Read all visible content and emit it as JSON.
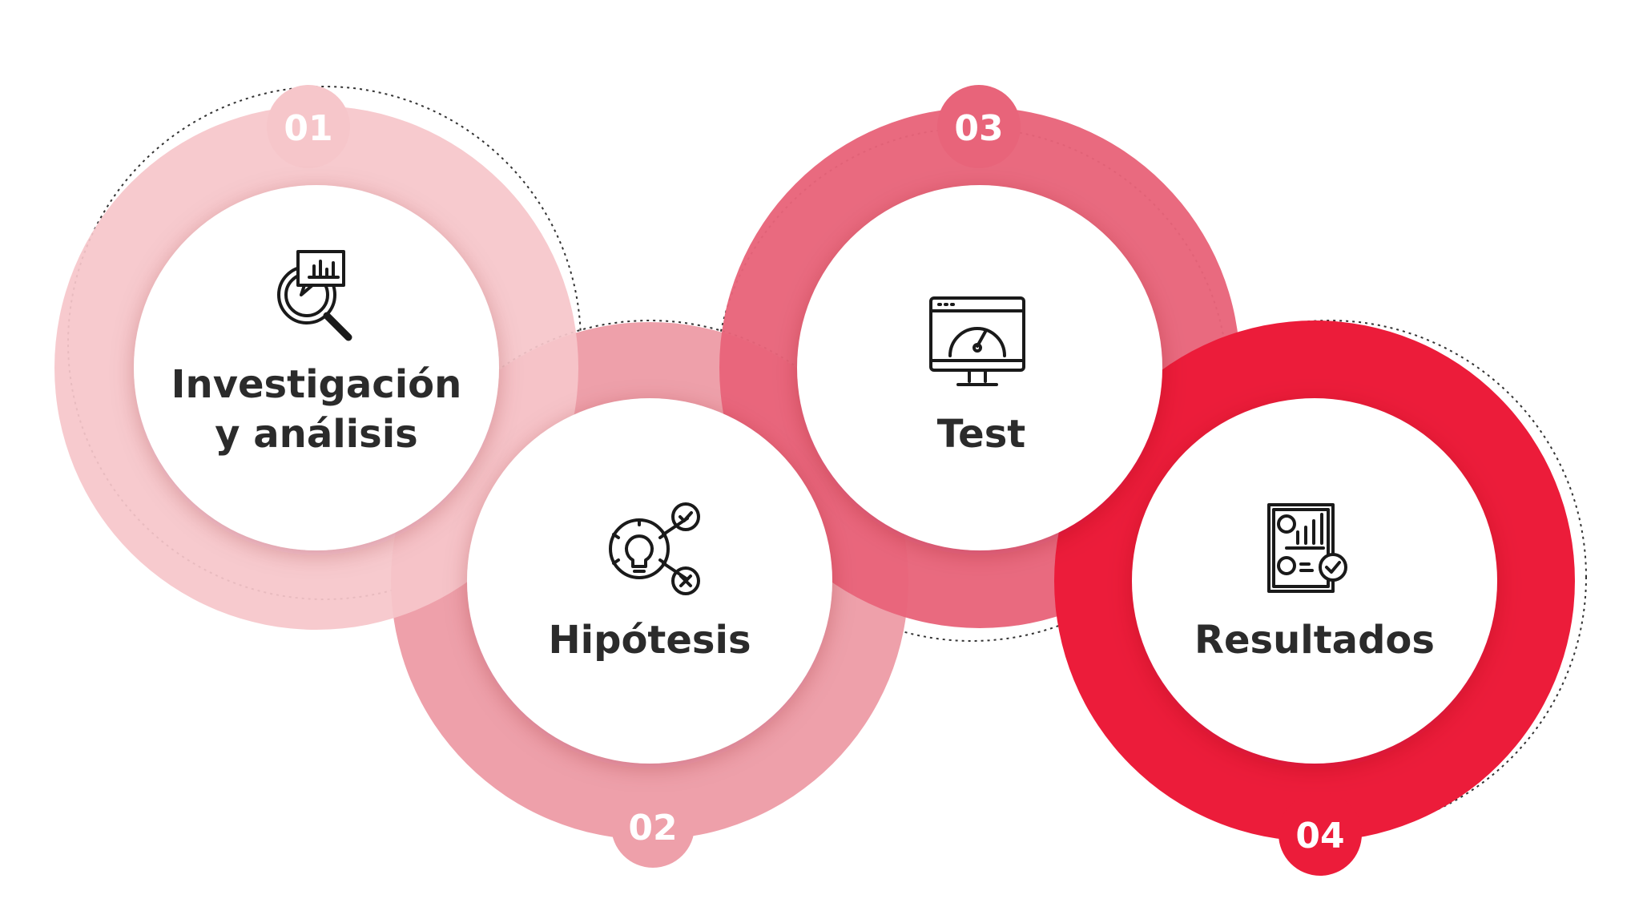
{
  "steps": [
    {
      "number": "01",
      "label_line1": "Investigación",
      "label_line2": "y análisis",
      "icon": "magnifier-chart-icon",
      "color": "#f6c6ca"
    },
    {
      "number": "02",
      "label_line1": "Hipótesis",
      "icon": "lightbulb-network-icon",
      "color": "#eea0aa"
    },
    {
      "number": "03",
      "label_line1": "Test",
      "icon": "monitor-gauge-icon",
      "color": "#e8647a"
    },
    {
      "number": "04",
      "label_line1": "Resultados",
      "icon": "report-check-icon",
      "color": "#ec1c3a"
    }
  ]
}
